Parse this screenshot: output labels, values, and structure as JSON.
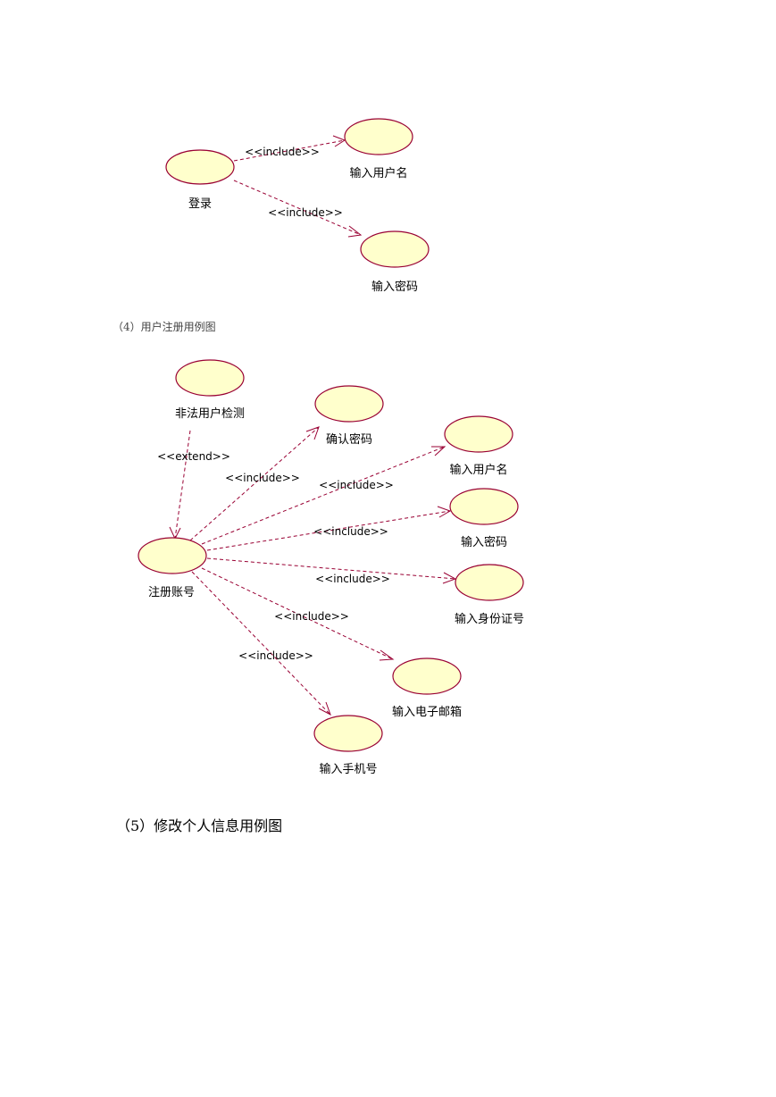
{
  "login_diagram": {
    "use_cases": {
      "login": "登录",
      "input_username": "输入用户名",
      "input_password": "输入密码"
    },
    "stereotypes": {
      "include_username": "<<include>>",
      "include_password": "<<include>>"
    }
  },
  "captions": {
    "register": "（4）用户注册用例图",
    "modify_info": "（5）修改个人信息用例图"
  },
  "register_diagram": {
    "use_cases": {
      "illegal_user_check": "非法用户检测",
      "register_account": "注册账号",
      "confirm_password": "确认密码",
      "input_username": "输入用户名",
      "input_password": "输入密码",
      "input_id_number": "输入身份证号",
      "input_email": "输入电子邮箱",
      "input_phone": "输入手机号"
    },
    "stereotypes": {
      "extend_check": "<<extend>>",
      "include_confirm": "<<include>>",
      "include_username": "<<include>>",
      "include_password": "<<include>>",
      "include_id": "<<include>>",
      "include_email": "<<include>>",
      "include_phone": "<<include>>"
    }
  }
}
